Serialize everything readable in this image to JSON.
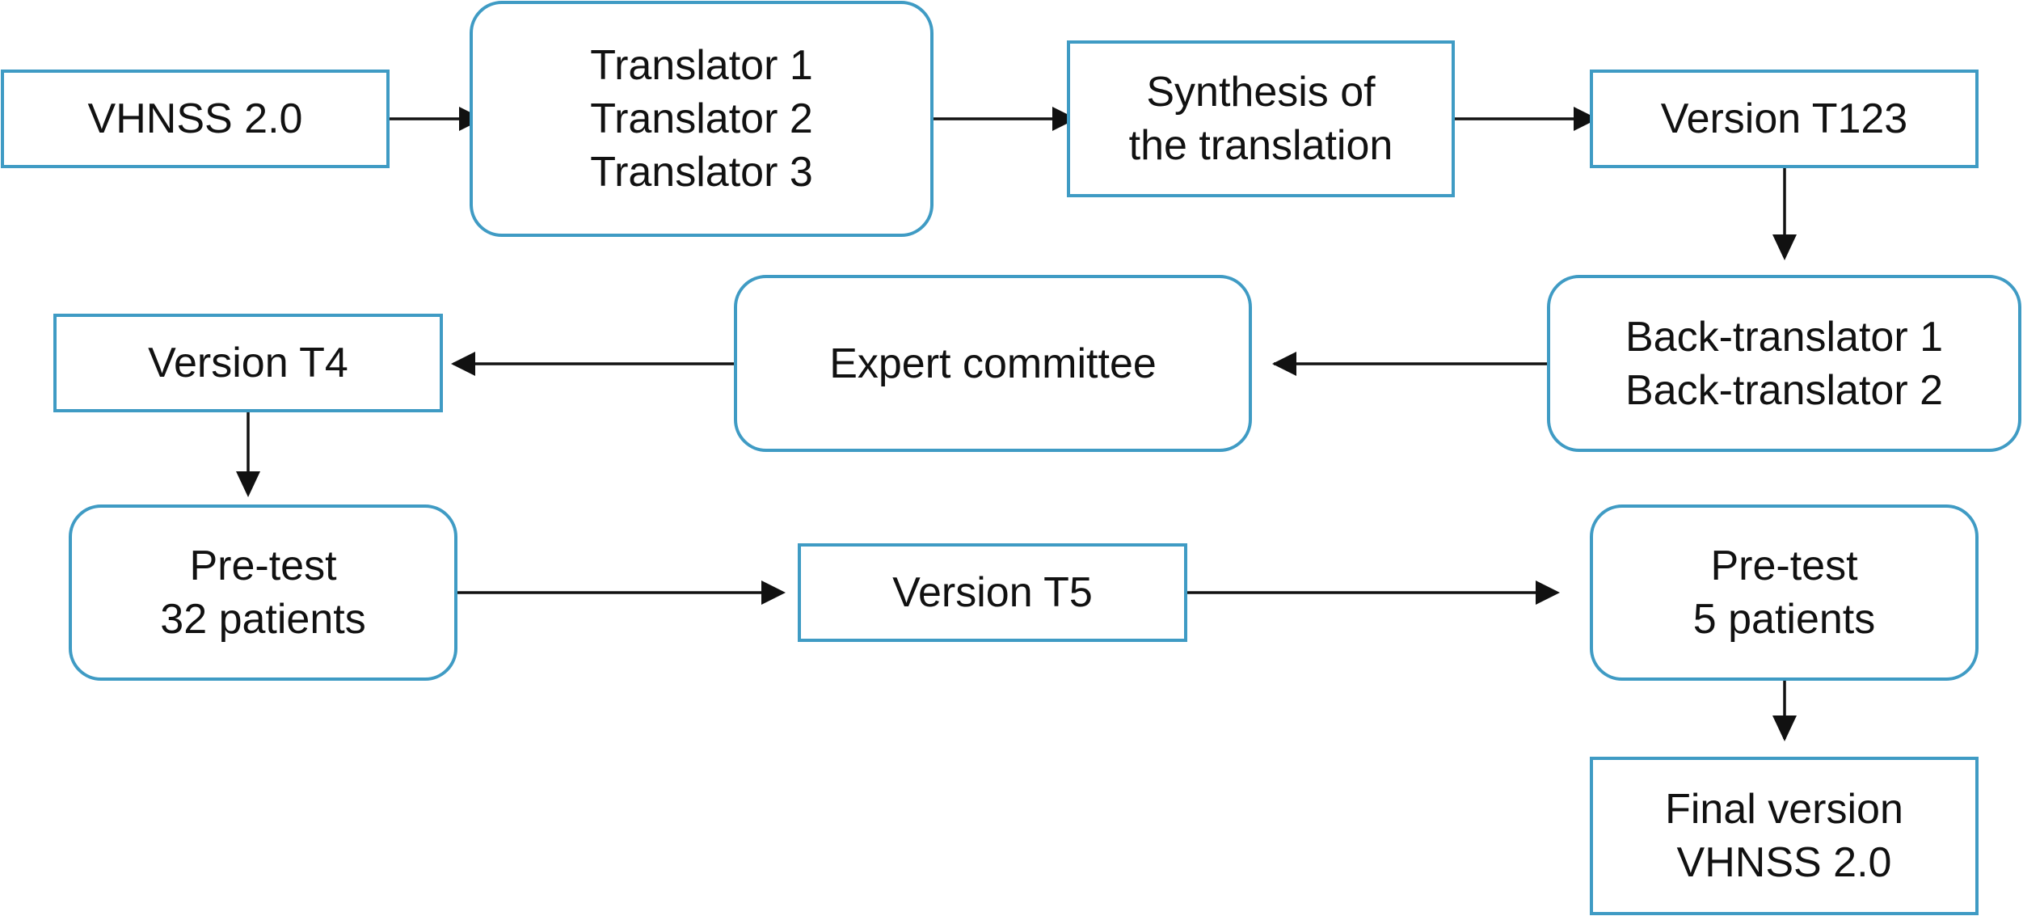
{
  "colors": {
    "box_border": "#3f9bc4",
    "arrow": "#111111",
    "text": "#111111",
    "background": "#ffffff"
  },
  "nodes": {
    "source": {
      "lines": [
        "VHNSS 2.0"
      ]
    },
    "translators": {
      "lines": [
        "Translator 1",
        "Translator 2",
        "Translator 3"
      ]
    },
    "synthesis": {
      "lines": [
        "Synthesis of",
        "the translation"
      ]
    },
    "version_t123": {
      "lines": [
        "Version T123"
      ]
    },
    "back_translators": {
      "lines": [
        "Back-translator 1",
        "Back-translator 2"
      ]
    },
    "expert_committee": {
      "lines": [
        "Expert committee"
      ]
    },
    "version_t4": {
      "lines": [
        "Version T4"
      ]
    },
    "pretest_32": {
      "lines": [
        "Pre-test",
        "32 patients"
      ]
    },
    "version_t5": {
      "lines": [
        "Version T5"
      ]
    },
    "pretest_5": {
      "lines": [
        "Pre-test",
        "5 patients"
      ]
    },
    "final": {
      "lines": [
        "Final version",
        "VHNSS 2.0"
      ]
    }
  },
  "edges": [
    {
      "from": "source",
      "to": "translators"
    },
    {
      "from": "translators",
      "to": "synthesis"
    },
    {
      "from": "synthesis",
      "to": "version_t123"
    },
    {
      "from": "version_t123",
      "to": "back_translators"
    },
    {
      "from": "back_translators",
      "to": "expert_committee"
    },
    {
      "from": "expert_committee",
      "to": "version_t4"
    },
    {
      "from": "version_t4",
      "to": "pretest_32"
    },
    {
      "from": "pretest_32",
      "to": "version_t5"
    },
    {
      "from": "version_t5",
      "to": "pretest_5"
    },
    {
      "from": "pretest_5",
      "to": "final"
    }
  ]
}
